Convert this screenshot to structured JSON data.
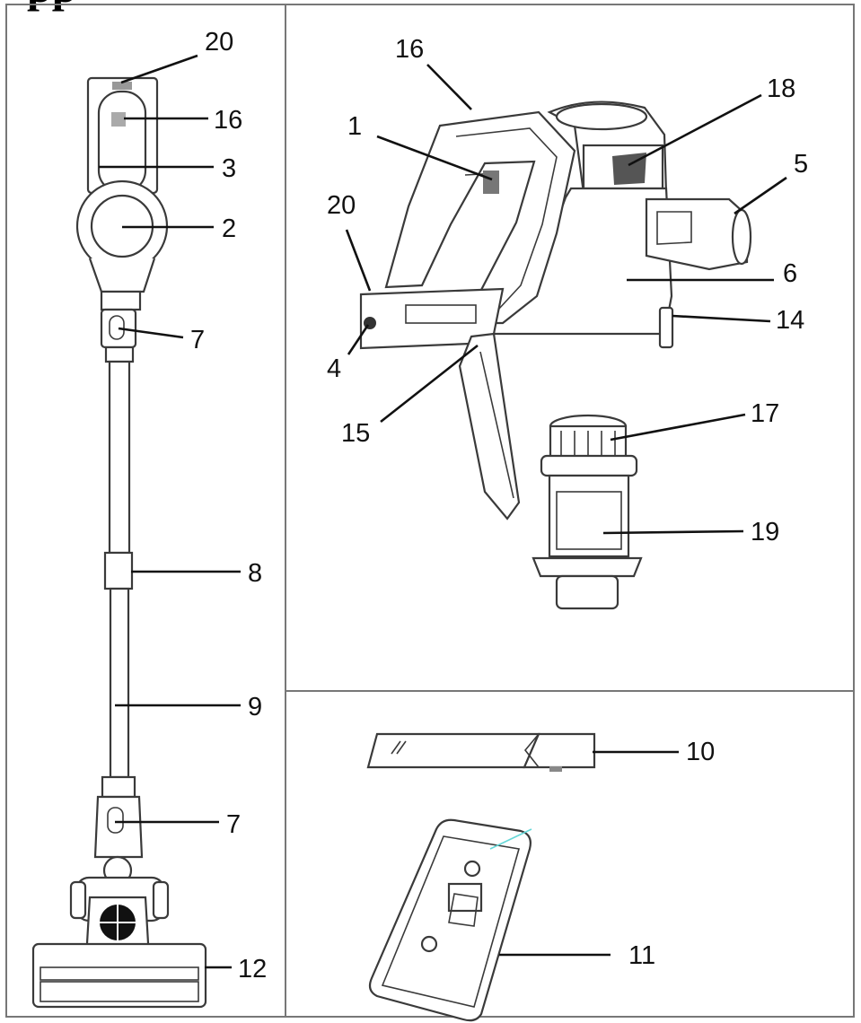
{
  "header_text": "pp",
  "callouts": {
    "c20a": "20",
    "c16a": "16",
    "c3": "3",
    "c2": "2",
    "c7a": "7",
    "c8": "8",
    "c9": "9",
    "c7b": "7",
    "c12": "12",
    "c16b": "16",
    "c18": "18",
    "c1": "1",
    "c5": "5",
    "c20b": "20",
    "c6": "6",
    "c14": "14",
    "c4": "4",
    "c15": "15",
    "c17": "17",
    "c19": "19",
    "c10": "10",
    "c11": "11"
  },
  "colors": {
    "ink": "#111111",
    "outline": "#3a3a3a",
    "frame": "#777777",
    "tint": "#66d8d8"
  }
}
